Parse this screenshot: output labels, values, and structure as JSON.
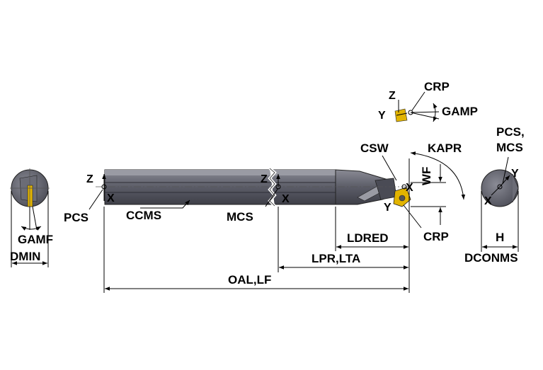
{
  "labels": {
    "gamf": "GAMF",
    "dmin": "DMIN",
    "pcs_left": "PCS",
    "ccms": "CCMS",
    "mcs": "MCS",
    "oal_lf": "OAL,LF",
    "lpr_lta": "LPR,LTA",
    "ldred": "LDRED",
    "crp_top": "CRP",
    "crp_bottom": "CRP",
    "gamp": "GAMP",
    "csw": "CSW",
    "kapr": "KAPR",
    "wf": "WF",
    "pcs_right": "PCS,",
    "mcs_right": "MCS",
    "h": "H",
    "dconms": "DCONMS"
  },
  "axes": {
    "z": "Z",
    "x": "X",
    "y": "Y"
  },
  "colors": {
    "body": "#5b5c67",
    "body_dark": "#3e3f48",
    "body_light": "#8a8b95",
    "insert": "#e2b400",
    "line": "#000000"
  }
}
